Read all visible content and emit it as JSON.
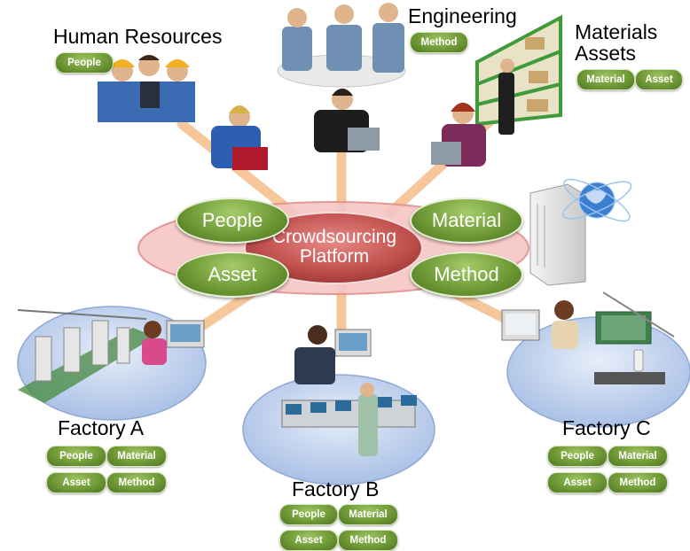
{
  "platform": {
    "line1": "Crowdsourcing",
    "line2": "Platform"
  },
  "hub_nodes": {
    "people": "People",
    "material": "Material",
    "asset": "Asset",
    "method": "Method"
  },
  "human_resources": {
    "title": "Human Resources",
    "tags": [
      "People"
    ]
  },
  "engineering": {
    "title": "Engineering",
    "tags": [
      "Method"
    ]
  },
  "materials_assets": {
    "title_line1": "Materials",
    "title_line2": "Assets",
    "tags": [
      "Material",
      "Asset"
    ]
  },
  "factory_a": {
    "title": "Factory A",
    "tags": [
      "People",
      "Material",
      "Asset",
      "Method"
    ]
  },
  "factory_b": {
    "title": "Factory B",
    "tags": [
      "People",
      "Material",
      "Asset",
      "Method"
    ]
  },
  "factory_c": {
    "title": "Factory C",
    "tags": [
      "People",
      "Material",
      "Asset",
      "Method"
    ]
  },
  "colors": {
    "node_green": "#6f9a36",
    "platform_red": "#c0504d",
    "ring_pink": "#f2b3b3",
    "spoke": "#f5c79a",
    "factory_blue": "#c5d5ee"
  }
}
